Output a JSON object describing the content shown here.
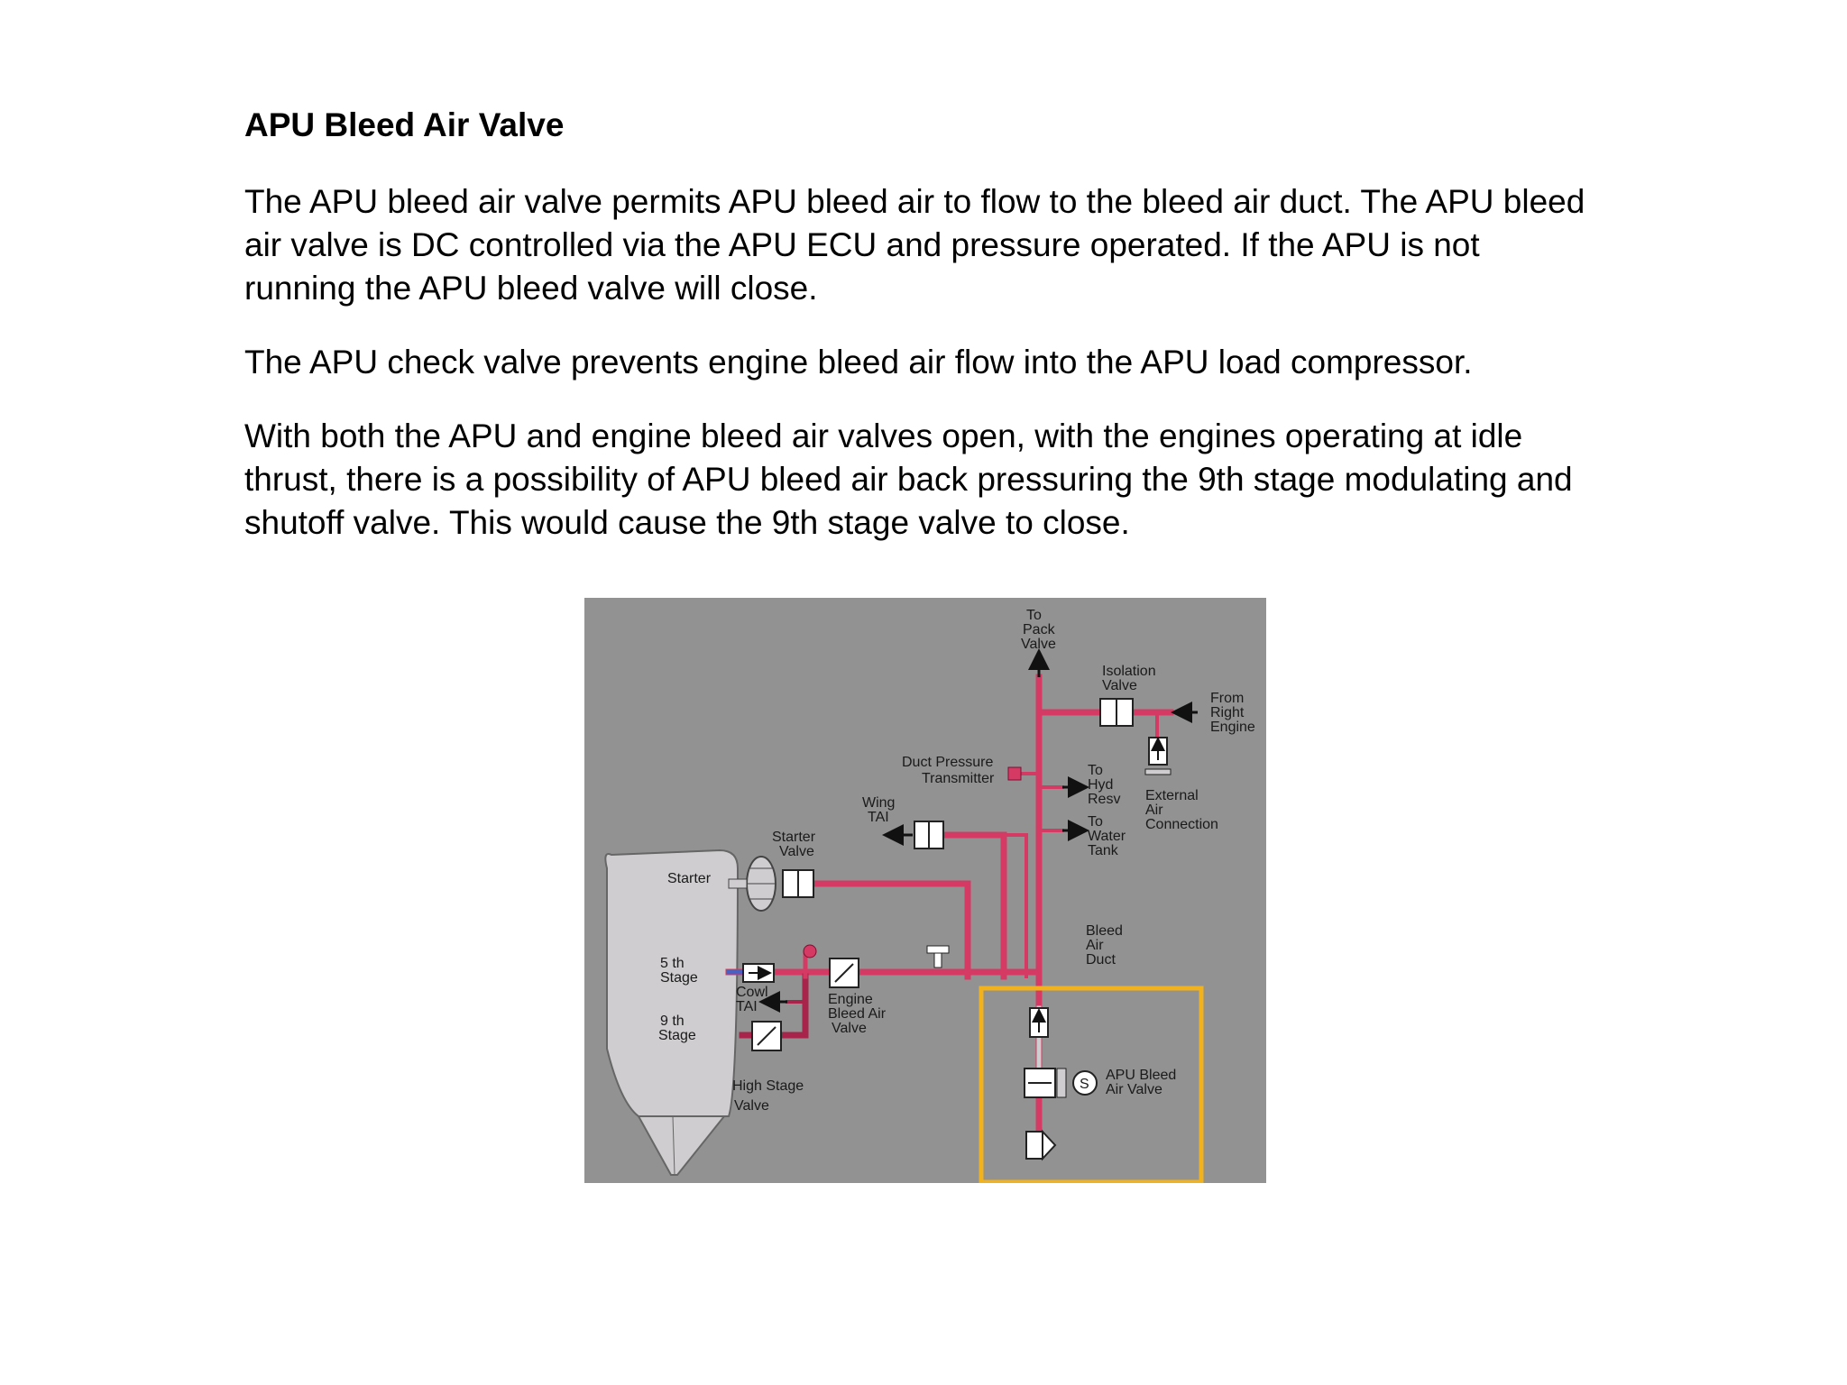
{
  "document": {
    "title": "APU Bleed Air Valve",
    "paragraphs": [
      "The APU bleed air valve permits APU bleed air to flow to the bleed air duct. The APU bleed air valve is DC controlled via the APU ECU and pressure operated. If the APU is not running the APU bleed valve will close.",
      "The APU check valve prevents engine bleed air flow into the APU load compressor.",
      "With both the APU and engine bleed air valves open, with the engines operating at idle thrust, there is a possibility of APU bleed air back pressuring the 9th stage modulating and shutoff valve. This would cause the 9th stage valve to close."
    ]
  },
  "diagram": {
    "labels": {
      "to_pack_valve": [
        "To",
        "Pack",
        "Valve"
      ],
      "isolation_valve": [
        "Isolation",
        "Valve"
      ],
      "from_right_engine": [
        "From",
        "Right",
        "Engine"
      ],
      "duct_pressure_transmitter": [
        "Duct Pressure",
        "Transmitter"
      ],
      "to_hyd_resv": [
        "To",
        "Hyd",
        "Resv"
      ],
      "to_water_tank": [
        "To",
        "Water",
        "Tank"
      ],
      "external_air_connection": [
        "External",
        "Air",
        "Connection"
      ],
      "wing_tai": [
        "Wing",
        "TAI"
      ],
      "starter_valve": [
        "Starter",
        "Valve"
      ],
      "starter": "Starter",
      "stage_5": [
        "5 th",
        "Stage"
      ],
      "stage_9": [
        "9 th",
        "Stage"
      ],
      "cowl_tai": [
        "Cowl",
        "TAI"
      ],
      "engine_bleed_air_valve": [
        "Engine",
        "Bleed Air",
        "Valve"
      ],
      "bleed_air_duct": [
        "Bleed",
        "Air",
        "Duct"
      ],
      "high_stage_valve": [
        "High Stage",
        "Valve"
      ],
      "apu_bleed_air_valve": [
        "APU Bleed",
        "Air Valve"
      ],
      "solenoid_symbol": "S"
    },
    "colors": {
      "background": "#939293",
      "pipe": "#d43a63",
      "pipe_dark": "#a8244a",
      "highlight_box": "#f2b21b",
      "engine_body": "#cfcdcf"
    }
  }
}
